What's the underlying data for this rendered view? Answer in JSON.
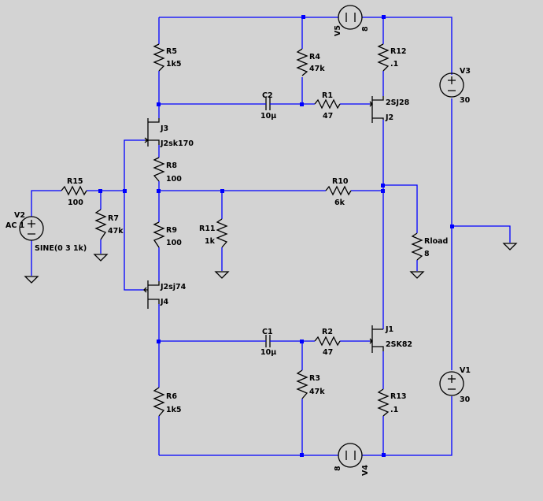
{
  "components": {
    "R1": {
      "name": "R1",
      "value": "47"
    },
    "R2": {
      "name": "R2",
      "value": "47"
    },
    "R3": {
      "name": "R3",
      "value": "47k"
    },
    "R4": {
      "name": "R4",
      "value": "47k"
    },
    "R5": {
      "name": "R5",
      "value": "1k5"
    },
    "R6": {
      "name": "R6",
      "value": "1k5"
    },
    "R7": {
      "name": "R7",
      "value": "47k"
    },
    "R8": {
      "name": "R8",
      "value": "100"
    },
    "R9": {
      "name": "R9",
      "value": "100"
    },
    "R10": {
      "name": "R10",
      "value": "6k"
    },
    "R11": {
      "name": "R11",
      "value": "1k"
    },
    "R12": {
      "name": "R12",
      "value": ".1"
    },
    "R13": {
      "name": "R13",
      "value": ".1"
    },
    "R15": {
      "name": "R15",
      "value": "100"
    },
    "Rload": {
      "name": "Rload",
      "value": "8"
    },
    "C1": {
      "name": "C1",
      "value": "10µ"
    },
    "C2": {
      "name": "C2",
      "value": "10µ"
    },
    "J1": {
      "name": "J1",
      "value": "2SK82"
    },
    "J2": {
      "name": "J2",
      "value": "2SJ28"
    },
    "J3": {
      "name": "J3",
      "value": "J2sk170"
    },
    "J4": {
      "name": "J4",
      "value": "J2sj74"
    },
    "V1": {
      "name": "V1",
      "value": "30"
    },
    "V2": {
      "name": "V2",
      "value": "AC 1",
      "value2": "SINE(0 3 1k)"
    },
    "V3": {
      "name": "V3",
      "value": "30"
    },
    "V4": {
      "name": "V4",
      "value": "8"
    },
    "V5": {
      "name": "V5",
      "value": "8"
    }
  }
}
